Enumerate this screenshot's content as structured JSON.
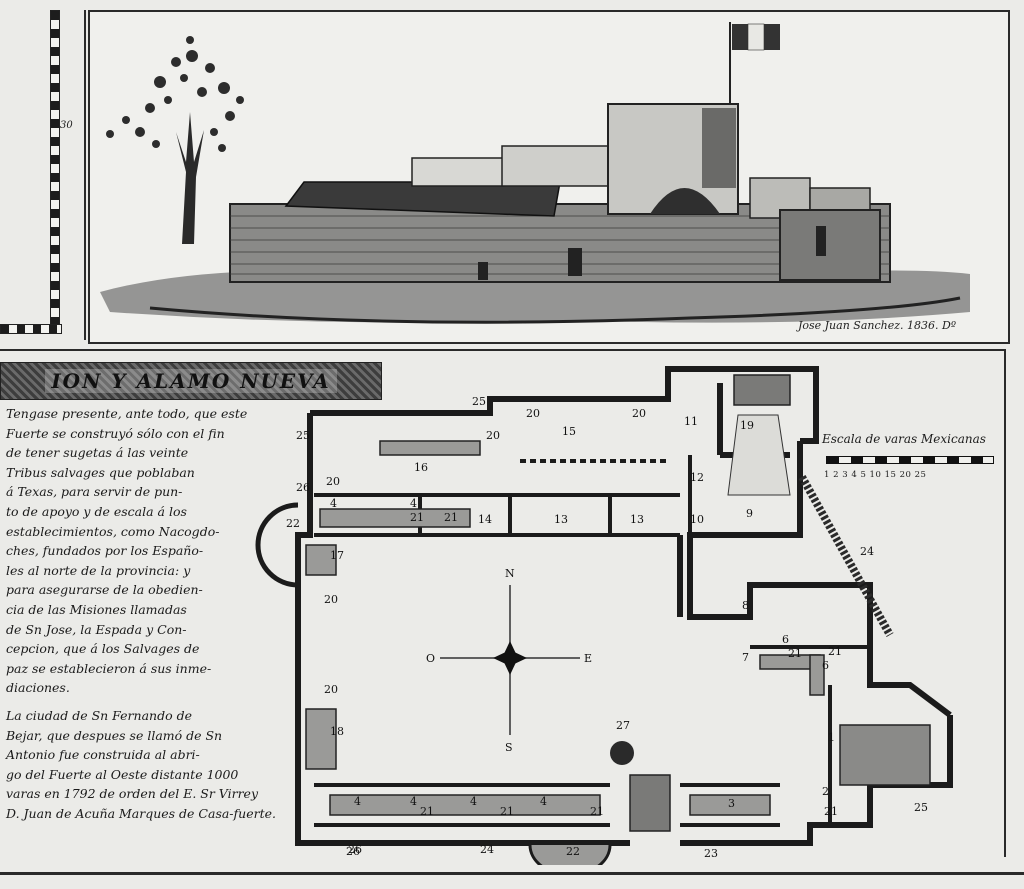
{
  "drawing": {
    "signature": "Jose Juan Sanchez. 1836. Dº",
    "strip_number": "30"
  },
  "banner": {
    "title": "ION Y ALAMO NUEVA"
  },
  "text": {
    "lines": [
      "Tengase presente, ante todo, que este",
      "Fuerte se construyó sólo con el fin",
      "de tener sugetas á las veinte",
      "Tribus salvages que poblaban",
      "á Texas, para servir de pun-",
      "to de apoyo y de escala á los",
      "establecimientos, como Nacogdo-",
      "ches, fundados por los Españo-",
      "les al norte de la provincia: y",
      "para asegurarse de la obedien-",
      "cia de las Misiones llamadas",
      "de Sn Jose, la Espada y Con-",
      "cepcion, que á los Salvages de",
      "paz se establecieron á sus inme-",
      "diaciones."
    ],
    "lines2": [
      "La ciudad de Sn Fernando de",
      "Bejar, que despues se llamó de Sn",
      "Antonio fue construida al abri-",
      "go del Fuerte al Oeste distante 1000",
      "varas en 1792 de orden del E. Sr Virrey",
      "D. Juan de Acuña Marques de Casa-fuerte."
    ]
  },
  "scale": {
    "title": "Escala de varas Mexicanas",
    "ticks": "1 2 3 4 5   10    15    20    25"
  },
  "compass": {
    "n": "N",
    "s": "S",
    "e": "E",
    "w": "O"
  },
  "plan_labels": [
    "25",
    "20",
    "15",
    "20",
    "11",
    "19",
    "25",
    "20",
    "16",
    "26",
    "20",
    "12",
    "4",
    "21",
    "4",
    "21",
    "14",
    "13",
    "13",
    "10",
    "9",
    "22",
    "17",
    "24",
    "20",
    "8",
    "6",
    "7",
    "21",
    "6",
    "21",
    "20",
    "27",
    "18",
    "1",
    "26",
    "4",
    "4",
    "21",
    "4",
    "21",
    "4",
    "21",
    "3",
    "2",
    "21",
    "26",
    "24",
    "22",
    "23",
    "25"
  ]
}
